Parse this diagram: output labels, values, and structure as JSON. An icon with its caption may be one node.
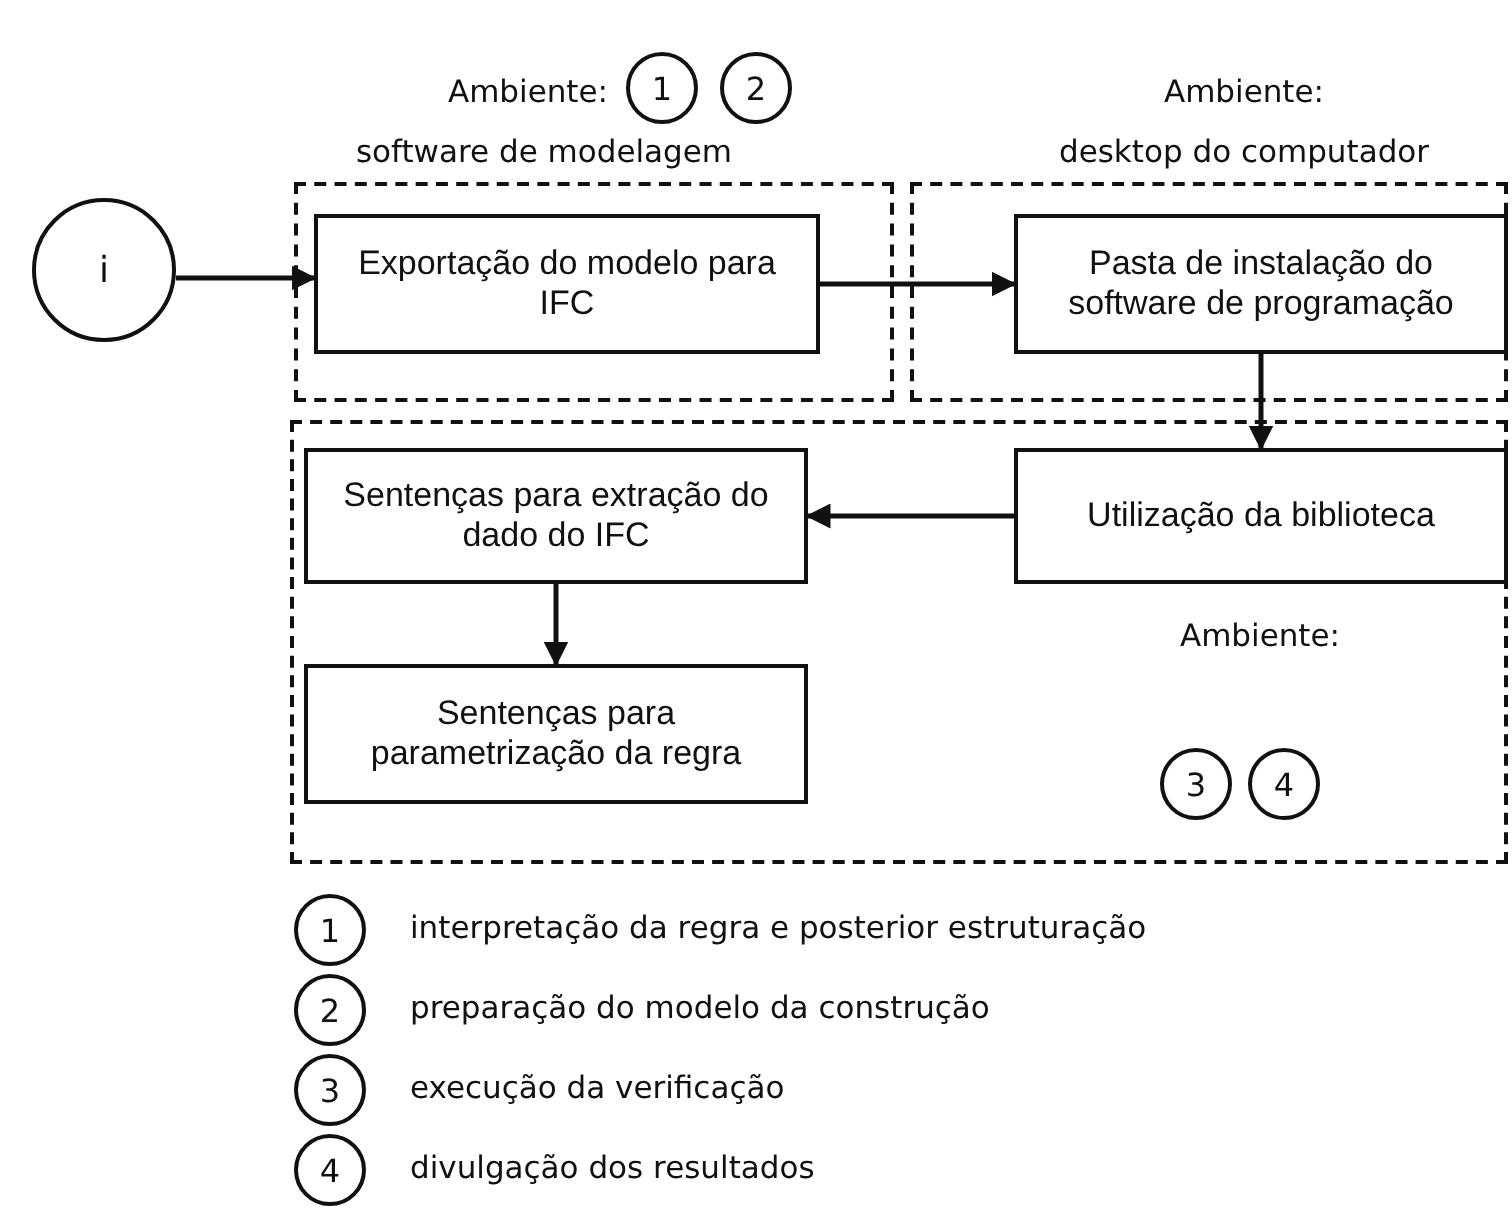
{
  "diagram": {
    "nodes": [
      {
        "text": [
          "Ambiente:",
          "software de modelagem"
        ]
      },
      {
        "text": [
          "1"
        ]
      },
      {
        "text": [
          "2"
        ]
      },
      {
        "text": [
          "Ambiente:",
          "desktop do computador"
        ]
      },
      {
        "text": [
          "i"
        ]
      },
      {
        "text": [
          "Exportação do modelo para IFC"
        ],
        "in": 0
      },
      {
        "text": [
          "Pasta de instalação do software de programação"
        ],
        "in": 3
      },
      {
        "text": [
          "Ambiente:"
        ]
      },
      {
        "text": [
          "Sentenças para extração do dado do IFC"
        ],
        "in": 7
      },
      {
        "text": [
          "Utilização da biblioteca"
        ],
        "in": 7
      },
      {
        "text": [
          "Sentenças para parametrização da regra"
        ],
        "in": 7
      },
      {
        "text": [
          "3"
        ],
        "in": 7
      },
      {
        "text": [
          "4"
        ],
        "in": 7
      },
      {
        "text": [
          "1"
        ],
        "beside": [
          "interpretação da regra e posterior estruturação"
        ]
      },
      {
        "text": [
          "2"
        ],
        "beside": [
          "preparação do modelo da construção"
        ]
      },
      {
        "text": [
          "3"
        ],
        "beside": [
          "execução da verificação"
        ]
      },
      {
        "text": [
          "4"
        ],
        "beside": [
          "divulgação dos resultados"
        ]
      }
    ],
    "edges": [
      {
        "from": 4,
        "to": 5,
        "arrow": "to"
      },
      {
        "from": 5,
        "to": 6,
        "arrow": "to"
      },
      {
        "from": 6,
        "to": 9,
        "arrow": "to"
      },
      {
        "from": 9,
        "to": 8,
        "arrow": "to"
      },
      {
        "from": 8,
        "to": 10,
        "arrow": "to"
      }
    ]
  }
}
